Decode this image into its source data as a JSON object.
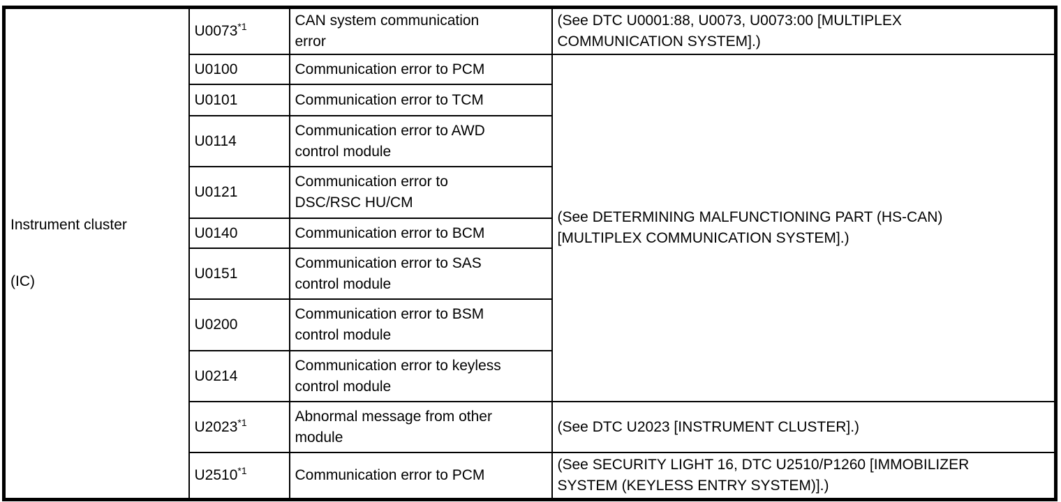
{
  "table": {
    "system": {
      "name": "Instrument cluster",
      "abbreviation": "(IC)"
    },
    "shared_reference": "(See DETERMINING MALFUNCTIONING PART (HS-CAN)\n[MULTIPLEX COMMUNICATION SYSTEM].)",
    "rows": [
      {
        "code": "U0073",
        "note": "*1",
        "description": "CAN system communication\nerror",
        "reference": "(See DTC U0001:88, U0073, U0073:00 [MULTIPLEX\nCOMMUNICATION SYSTEM].)"
      },
      {
        "code": "U0100",
        "description": "Communication error to PCM"
      },
      {
        "code": "U0101",
        "description": "Communication error to TCM"
      },
      {
        "code": "U0114",
        "description": "Communication error to AWD\ncontrol module"
      },
      {
        "code": "U0121",
        "description": "Communication error to\nDSC/RSC HU/CM"
      },
      {
        "code": "U0140",
        "description": "Communication error to BCM"
      },
      {
        "code": "U0151",
        "description": "Communication error to SAS\ncontrol module"
      },
      {
        "code": "U0200",
        "description": "Communication error to BSM\ncontrol module"
      },
      {
        "code": "U0214",
        "description": "Communication error to keyless\ncontrol module"
      },
      {
        "code": "U2023",
        "note": "*1",
        "description": "Abnormal message from other\nmodule",
        "reference": "(See DTC U2023 [INSTRUMENT CLUSTER].)"
      },
      {
        "code": "U2510",
        "note": "*1",
        "description": "Communication error to PCM",
        "reference": "(See SECURITY LIGHT 16, DTC U2510/P1260 [IMMOBILIZER\nSYSTEM (KEYLESS ENTRY SYSTEM)].)"
      }
    ],
    "colors": {
      "border": "#000000",
      "text": "#000000",
      "background": "#ffffff"
    }
  }
}
